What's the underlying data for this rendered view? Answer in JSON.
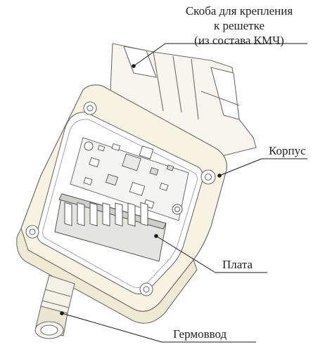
{
  "labels": {
    "bracket": {
      "line1": "Скоба для крепления",
      "line2": "к решетке",
      "line3": "(из состава КМЧ)"
    },
    "housing": "Корпус",
    "board": "Плата",
    "gland": "Гермоввод"
  },
  "colors": {
    "outline": "#6f6f6f",
    "housing_fill": "#f7f2e1",
    "board_fill": "#f4f4f2",
    "leader": "#1a1a1a",
    "text": "#222222"
  }
}
